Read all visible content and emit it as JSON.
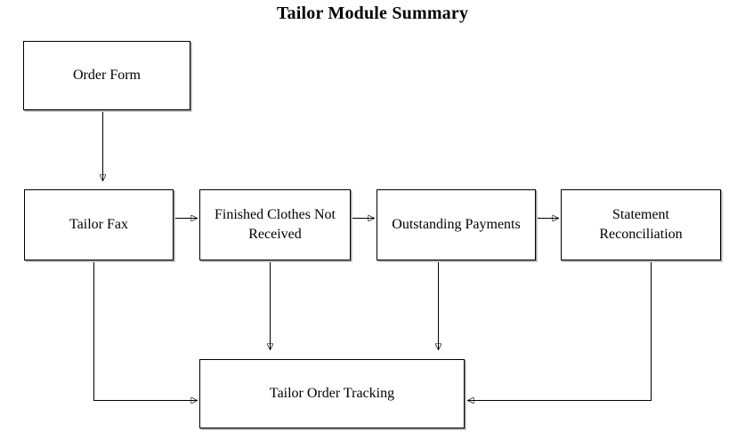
{
  "title": "Tailor Module Summary",
  "diagram": {
    "nodes": [
      {
        "id": "order-form",
        "label": "Order Form"
      },
      {
        "id": "tailor-fax",
        "label": "Tailor Fax"
      },
      {
        "id": "finished-clothes",
        "label": "Finished Clothes Not Received"
      },
      {
        "id": "outstanding-payments",
        "label": "Outstanding Payments"
      },
      {
        "id": "statement-reconciliation",
        "label": "Statement Reconciliation"
      },
      {
        "id": "tailor-order-tracking",
        "label": "Tailor Order Tracking"
      }
    ],
    "edges": [
      {
        "from": "Order Form",
        "to": "Tailor Fax"
      },
      {
        "from": "Tailor Fax",
        "to": "Finished Clothes Not Received"
      },
      {
        "from": "Finished Clothes Not Received",
        "to": "Outstanding Payments"
      },
      {
        "from": "Outstanding Payments",
        "to": "Statement Reconciliation"
      },
      {
        "from": "Tailor Fax",
        "to": "Tailor Order Tracking"
      },
      {
        "from": "Finished Clothes Not Received",
        "to": "Tailor Order Tracking"
      },
      {
        "from": "Outstanding Payments",
        "to": "Tailor Order Tracking"
      },
      {
        "from": "Statement Reconciliation",
        "to": "Tailor Order Tracking"
      }
    ]
  }
}
